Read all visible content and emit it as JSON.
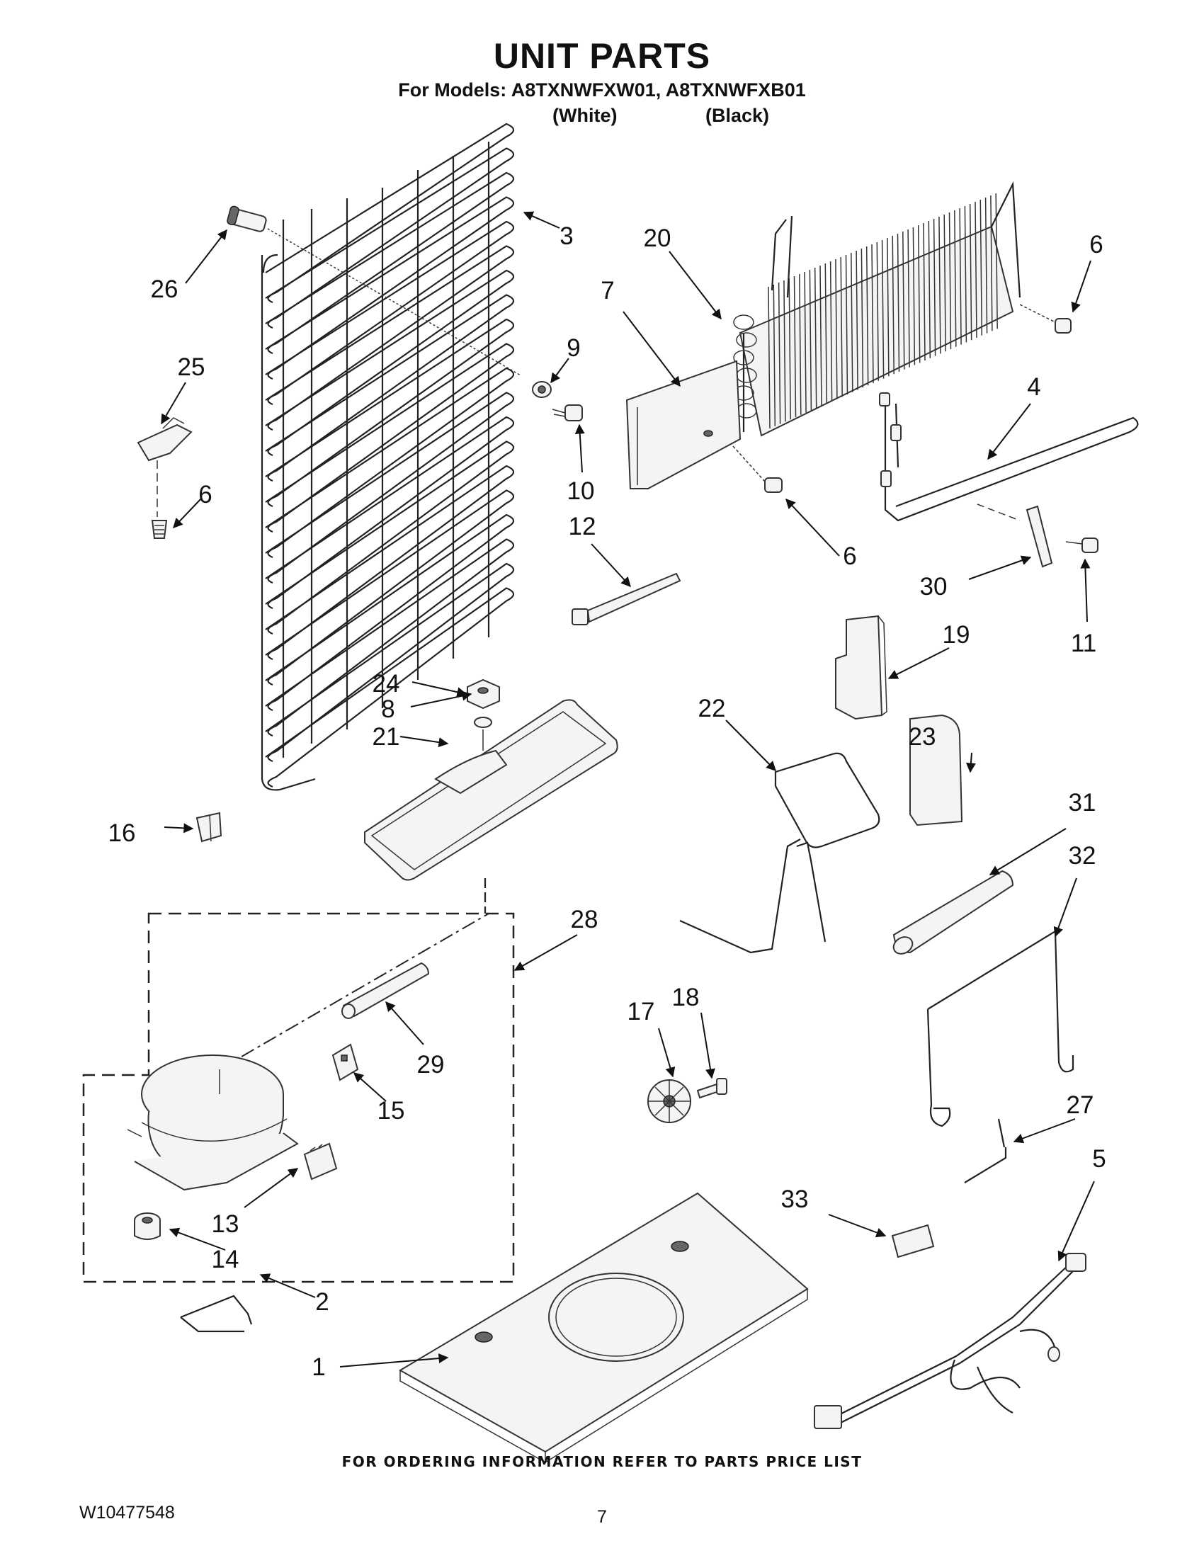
{
  "header": {
    "title": "UNIT PARTS",
    "subtitle": "For Models: A8TXNWFXW01, A8TXNWFXB01",
    "variant_white": "(White)",
    "variant_black": "(Black)"
  },
  "callouts": [
    "1",
    "2",
    "3",
    "4",
    "5",
    "6",
    "6",
    "6",
    "7",
    "8",
    "9",
    "10",
    "11",
    "12",
    "13",
    "14",
    "15",
    "16",
    "17",
    "18",
    "19",
    "20",
    "21",
    "22",
    "23",
    "24",
    "25",
    "26",
    "27",
    "28",
    "29",
    "30",
    "31",
    "32",
    "33"
  ],
  "footer": {
    "ordering_note": "FOR ORDERING INFORMATION REFER TO PARTS PRICE LIST",
    "document_number": "W10477548",
    "page_number": "7"
  }
}
